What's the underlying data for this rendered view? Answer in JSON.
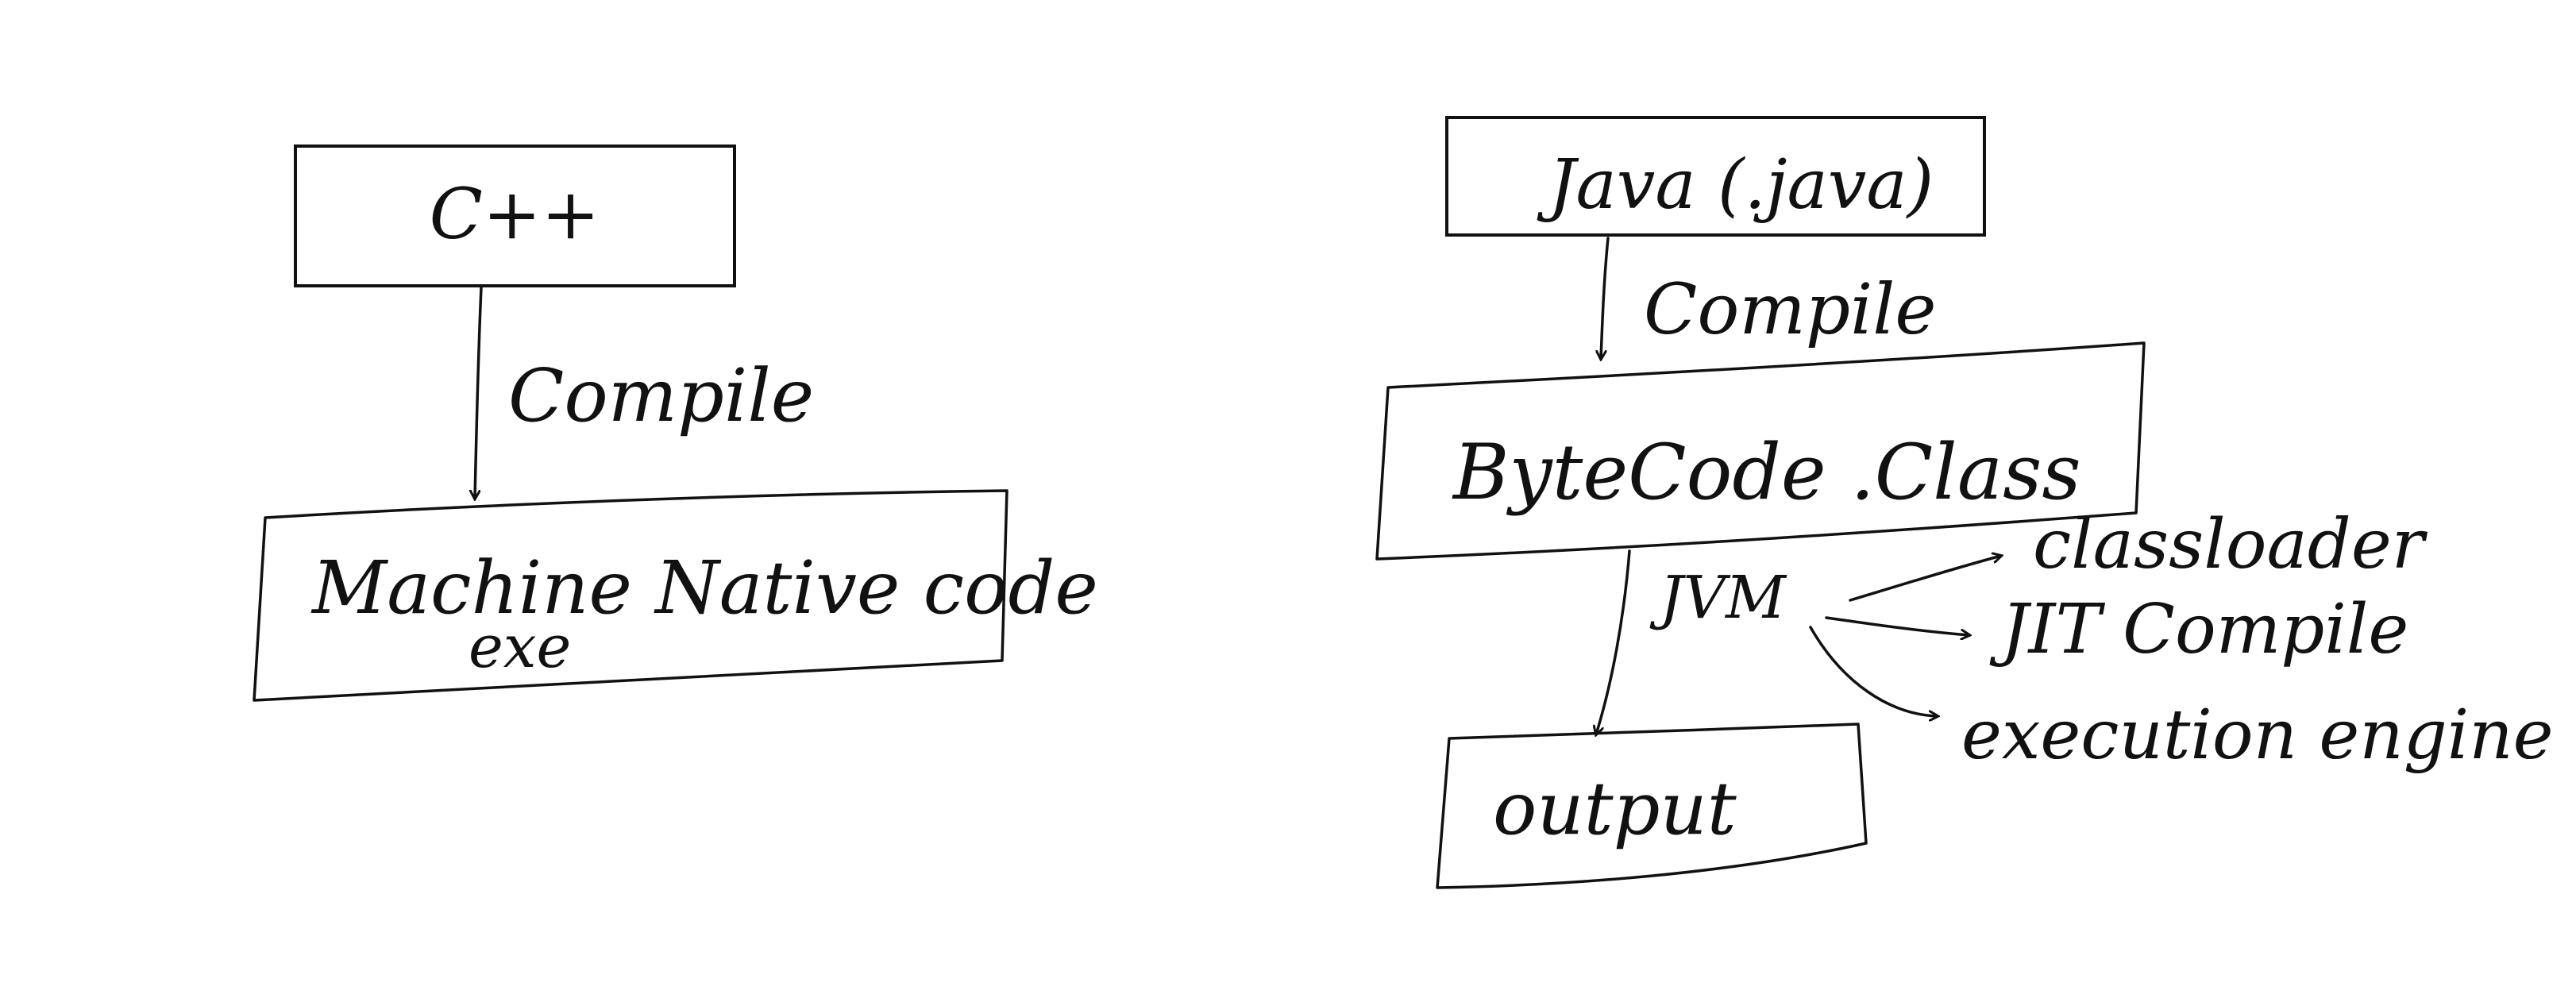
{
  "colors": {
    "ink": "#111111",
    "background": "#ffffff"
  },
  "left_diagram": {
    "source_box": "C++",
    "edge_label": "Compile",
    "target_box_line1": "Machine Native code",
    "target_box_line2": "exe"
  },
  "right_diagram": {
    "source_box": "Java (.java)",
    "edge_label": "Compile",
    "bytecode_box": "ByteCode .Class",
    "jvm_label": "JVM",
    "jvm_components": [
      "classloader",
      "JIT Compile",
      "execution engine"
    ],
    "output_box": "output"
  }
}
